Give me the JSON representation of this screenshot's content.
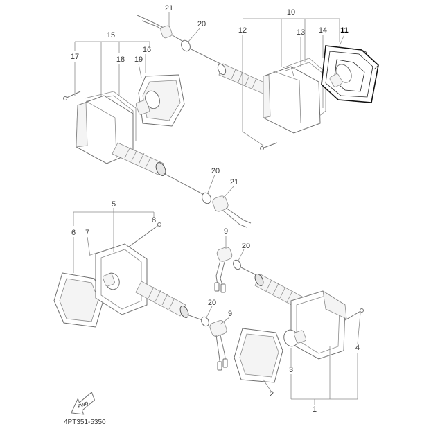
{
  "diagram": {
    "code": "4PT351-5350",
    "fwd_label": "FWD",
    "highlight_color": "#111111",
    "line_color": "#8a8a8a",
    "labels": {
      "l1": "1",
      "l2": "2",
      "l3": "3",
      "l4": "4",
      "l5": "5",
      "l6": "6",
      "l7": "7",
      "l8": "8",
      "l9a": "9",
      "l9b": "9",
      "l10": "10",
      "l11": "11",
      "l12": "12",
      "l13": "13",
      "l14": "14",
      "l15": "15",
      "l16": "16",
      "l17": "17",
      "l18": "18",
      "l19": "19",
      "l20a": "20",
      "l20b": "20",
      "l20c": "20",
      "l20d": "20",
      "l21a": "21",
      "l21b": "21"
    }
  }
}
